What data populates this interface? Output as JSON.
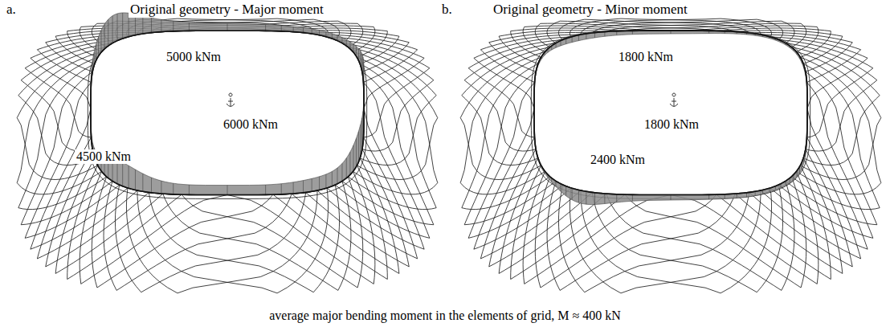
{
  "diagram": {
    "caption": "average major bending moment in the elements of grid, M ≈ 400 kN",
    "labels": [
      "a.",
      "Original geometry - Major moment",
      "5000 kNm",
      "6000 kNm",
      "4500 kNm",
      "b.",
      "Original geometry - Minor moment",
      "1800 kNm",
      "1800 kNm",
      "2400 kNm"
    ]
  }
}
